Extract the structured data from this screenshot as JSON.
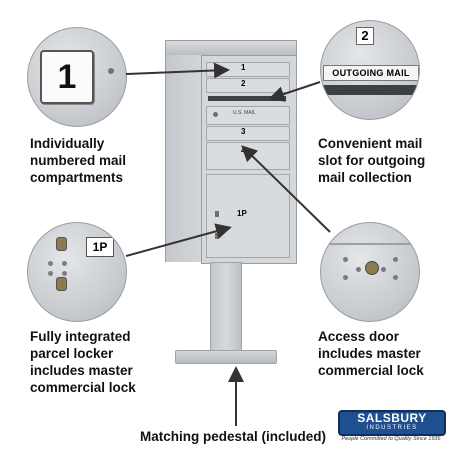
{
  "callouts": {
    "compartments": "Individually\nnumbered mail\ncompartments",
    "mail_slot": "Convenient mail\nslot for outgoing\nmail collection",
    "parcel_locker": "Fully integrated\nparcel locker\nincludes master\ncommercial lock",
    "access_door": "Access door\nincludes master\ncommercial lock",
    "pedestal": "Matching pedestal (included)"
  },
  "zoom_details": {
    "number_plate": "1",
    "slot_number": "2",
    "slot_label": "OUTGOING MAIL",
    "parcel_label": "1P"
  },
  "mailbox": {
    "door_numbers": [
      "1",
      "2",
      "3",
      "4"
    ],
    "parcel_number": "1P",
    "plate_text": "U.S. MAIL"
  },
  "brand": {
    "name": "SALSBURY",
    "subname": "INDUSTRIES",
    "tagline": "People Committed to Quality Since 1936",
    "color": "#1f4f8f"
  },
  "colors": {
    "unit": "#cfd2d5",
    "unit_dark": "#a9adb1",
    "text": "#111111"
  }
}
